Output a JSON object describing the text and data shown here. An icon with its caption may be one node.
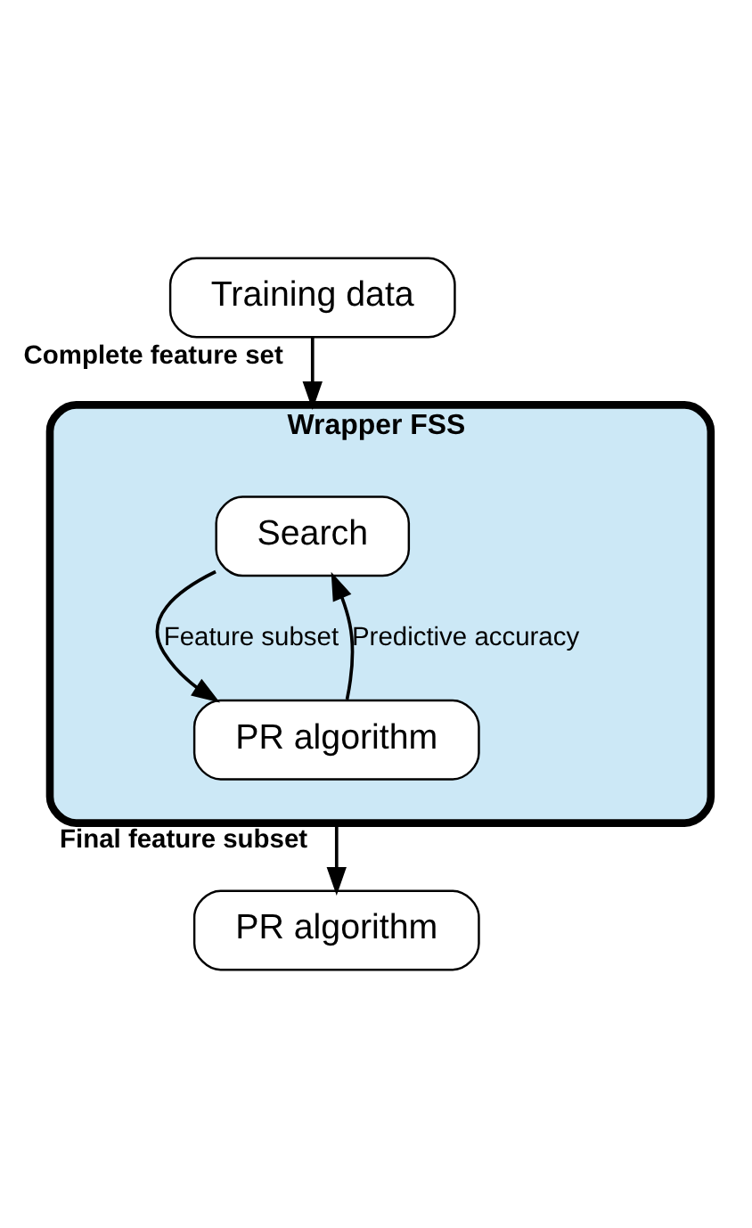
{
  "diagram": {
    "nodes": [
      {
        "text": [
          "Training data"
        ]
      },
      {
        "text": [
          "Wrapper FSS"
        ]
      },
      {
        "text": [
          "Search"
        ],
        "in": 1
      },
      {
        "text": [
          "PR algorithm"
        ],
        "in": 1
      },
      {
        "text": [
          "PR algorithm"
        ]
      }
    ],
    "edges": [
      {
        "from": 0,
        "to": 1,
        "arrow": "to",
        "label": "Complete feature set"
      },
      {
        "from": 2,
        "to": 3,
        "arrow": "to",
        "label": "Feature subset"
      },
      {
        "from": 3,
        "to": 2,
        "arrow": "to",
        "label": "Predictive accuracy"
      },
      {
        "from": 1,
        "to": 4,
        "arrow": "to",
        "label": "Final feature subset"
      }
    ]
  }
}
